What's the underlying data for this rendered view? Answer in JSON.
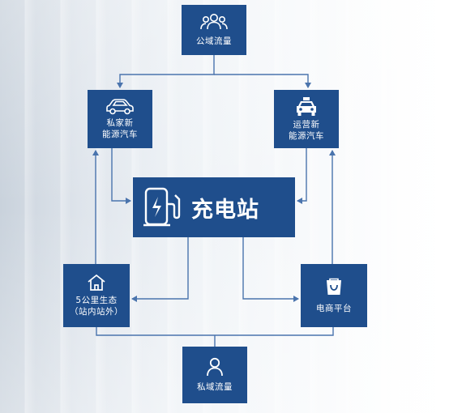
{
  "nodes": {
    "public_traffic": {
      "label": "公域流量",
      "icon": "users-icon"
    },
    "private_ev": {
      "label": "私家新\n能源汽车",
      "icon": "car-icon"
    },
    "operating_ev": {
      "label": "运营新\n能源汽车",
      "icon": "taxi-icon"
    },
    "charging_station": {
      "label": "充电站",
      "icon": "charging-pile-icon"
    },
    "eco_5km": {
      "label": "5公里生态\n（站内站外）",
      "icon": "house-icon"
    },
    "ecommerce": {
      "label": "电商平台",
      "icon": "shopping-bag-icon"
    },
    "private_traffic": {
      "label": "私域流量",
      "icon": "user-icon"
    }
  },
  "colors": {
    "box": "#1f4e8c",
    "line": "#4a74ad",
    "text": "#ffffff"
  }
}
